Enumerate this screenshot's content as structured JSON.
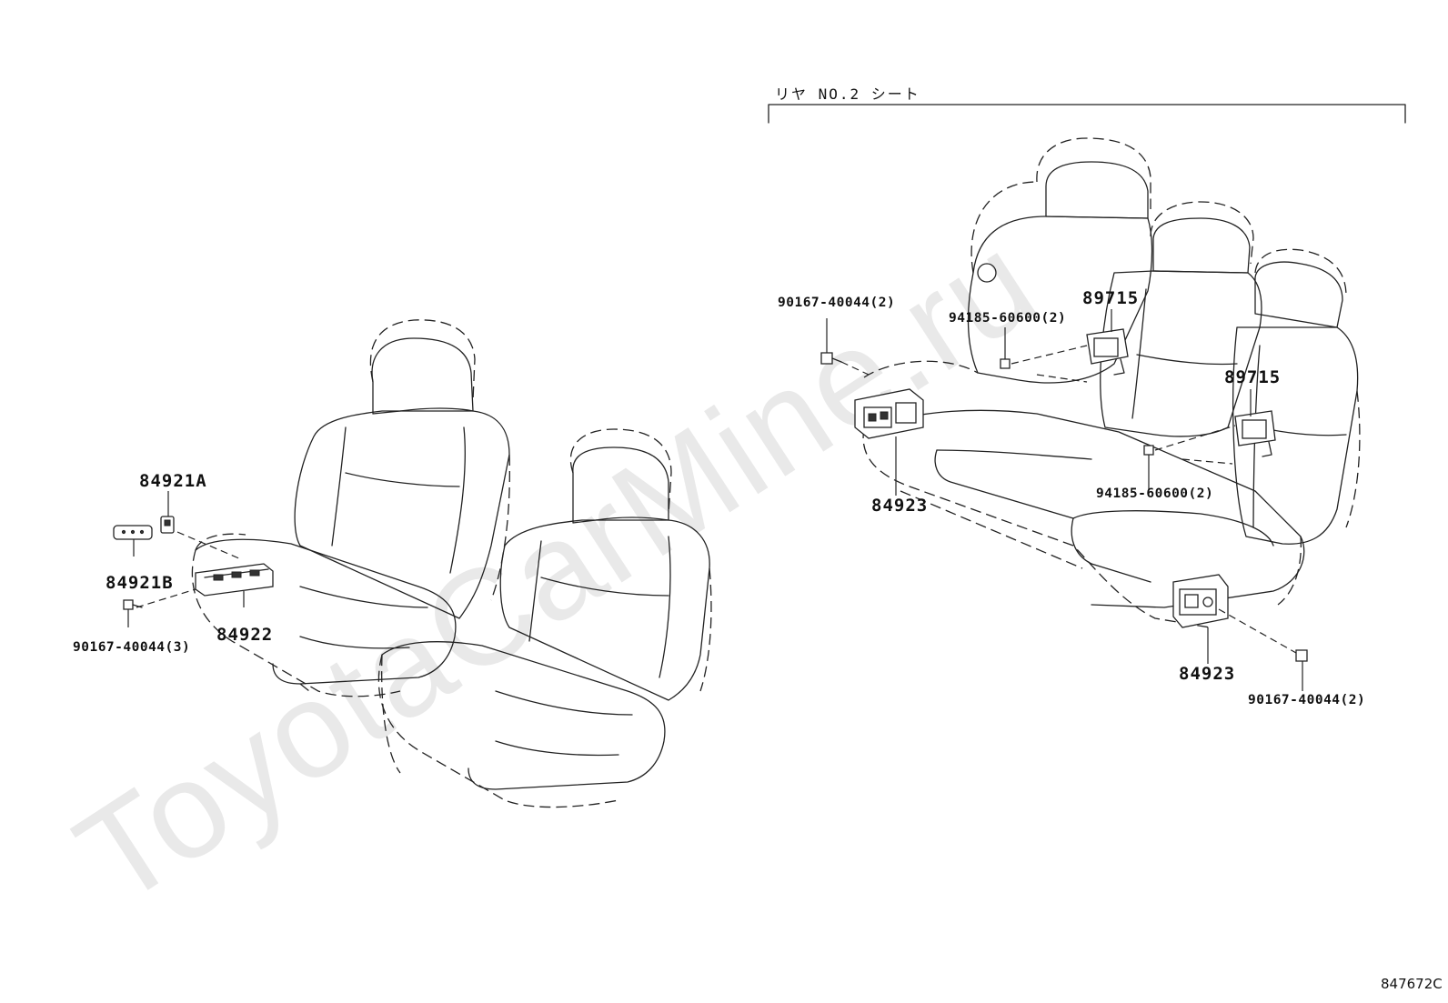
{
  "diagram": {
    "section_title": "リヤ NO.2 シート",
    "watermark": "ToyotaCarMine.ru",
    "figure_code": "847672C",
    "labels": {
      "front_84921A": "84921A",
      "front_84921B": "84921B",
      "front_84922": "84922",
      "front_bolt": "90167-40044(3)",
      "rear_bolt_left": "90167-40044(2)",
      "rear_screw_upper": "94185-60600(2)",
      "rear_89715_upper": "89715",
      "rear_89715_lower": "89715",
      "rear_screw_lower": "94185-60600(2)",
      "rear_84923_left": "84923",
      "rear_84923_right": "84923",
      "rear_bolt_right": "90167-40044(2)"
    }
  }
}
